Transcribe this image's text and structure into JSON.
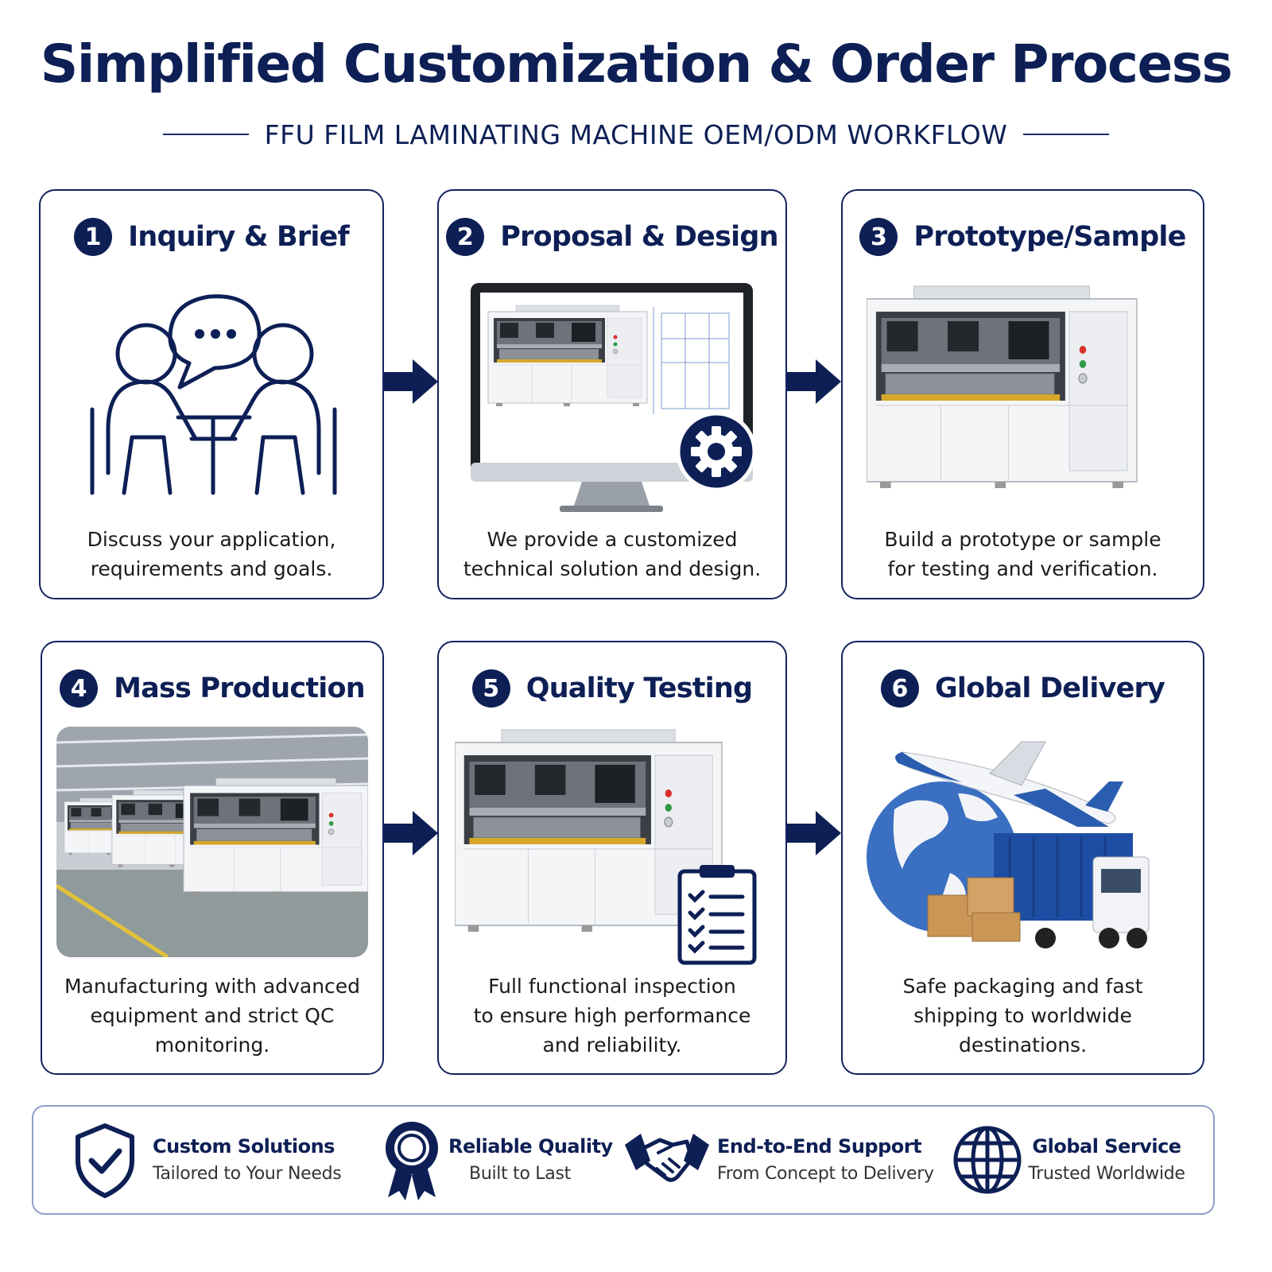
{
  "header": {
    "title": "Simplified Customization & Order Process",
    "subtitle": "FFU FILM LAMINATING MACHINE OEM/ODM WORKFLOW"
  },
  "steps": [
    {
      "number": "1",
      "title": "Inquiry & Brief",
      "icon": "meeting-icon",
      "desc_lines": [
        "Discuss your application,",
        "requirements and goals."
      ]
    },
    {
      "number": "2",
      "title": "Proposal & Design",
      "icon": "monitor-design-icon",
      "desc_lines": [
        "We provide a customized",
        "technical solution and design."
      ]
    },
    {
      "number": "3",
      "title": "Prototype/Sample",
      "icon": "machine-image",
      "desc_lines": [
        "Build a prototype or sample",
        "for testing and verification."
      ]
    },
    {
      "number": "4",
      "title": "Mass Production",
      "icon": "factory-image",
      "desc_lines": [
        "Manufacturing with advanced",
        "equipment and strict QC",
        "monitoring."
      ]
    },
    {
      "number": "5",
      "title": "Quality Testing",
      "icon": "clipboard-check-icon",
      "desc_lines": [
        "Full functional inspection",
        "to ensure high performance",
        "and reliability."
      ]
    },
    {
      "number": "6",
      "title": "Global Delivery",
      "icon": "globe-logistics-image",
      "desc_lines": [
        "Safe packaging and fast",
        "shipping to worldwide",
        "destinations."
      ]
    }
  ],
  "features": [
    {
      "icon": "shield-check-icon",
      "title": "Custom Solutions",
      "subtitle": "Tailored to Your Needs"
    },
    {
      "icon": "award-ribbon-icon",
      "title": "Reliable Quality",
      "subtitle": "Built to Last"
    },
    {
      "icon": "handshake-icon",
      "title": "End-to-End Support",
      "subtitle": "From Concept to Delivery"
    },
    {
      "icon": "globe-icon",
      "title": "Global Service",
      "subtitle": "Trusted Worldwide"
    }
  ],
  "colors": {
    "navy": "#0d1f55",
    "border": "#13245e",
    "accent_blue": "#2a5db0",
    "footer_border": "#8fa0c6"
  }
}
